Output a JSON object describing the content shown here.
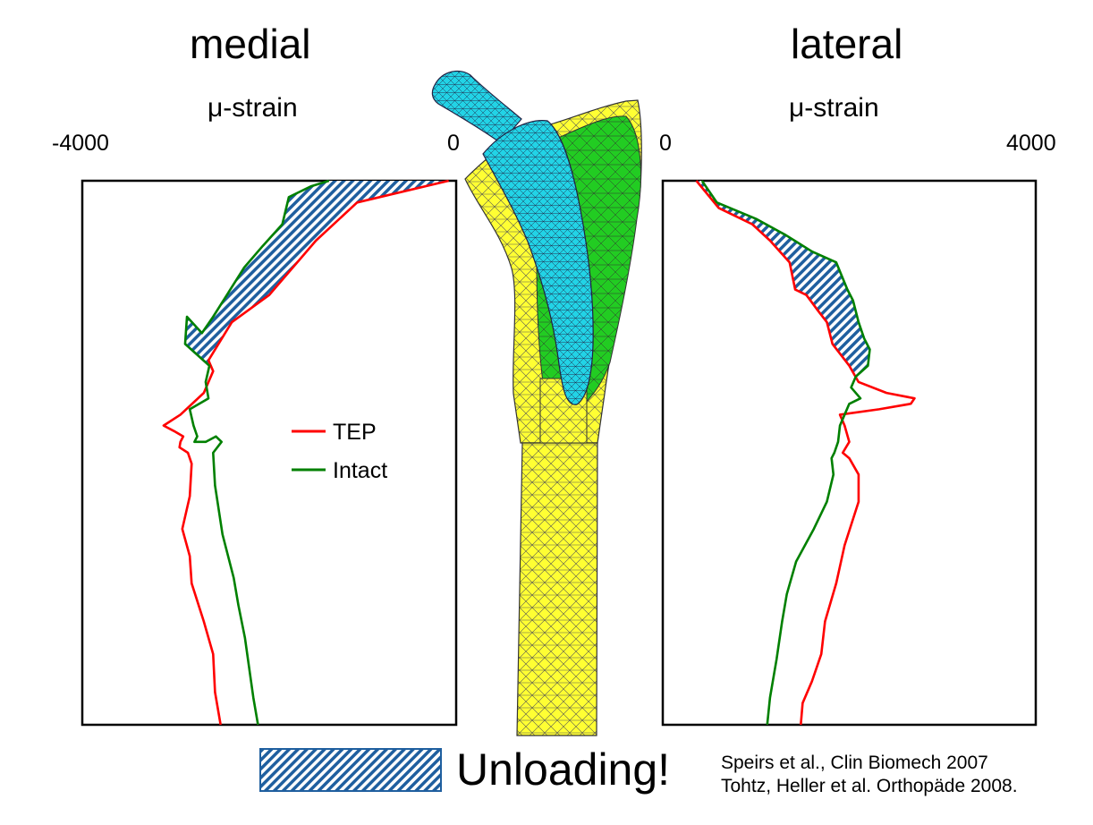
{
  "references": [
    "Speirs et al., Clin Biomech 2007",
    "Tohtz, Heller et al. Orthopäde 2008."
  ],
  "unloading_label": "Unloading!",
  "colors": {
    "tep": "#ff0000",
    "intact": "#008000",
    "hatch": "#1f5f9f",
    "implant": "#22d3e6",
    "bone_outer": "#ffff33",
    "bone_inner": "#22cc22"
  },
  "figure": {
    "illustration": "femur finite-element mesh with hip stem implant",
    "icon": "femur-mesh-icon"
  },
  "chart_data": [
    {
      "type": "line",
      "title": "medial",
      "ylabel": "μ-strain",
      "xlim": [
        -4000,
        0
      ],
      "ticks": [
        "-4000",
        "0"
      ],
      "position_unit": "relative distance along femur (0 = proximal top, 1 = distal bottom)",
      "legend": [
        "TEP",
        "Intact"
      ],
      "series": [
        {
          "name": "TEP",
          "points": [
            [
              -80,
              0.0
            ],
            [
              -1060,
              0.04
            ],
            [
              -1500,
              0.11
            ],
            [
              -2000,
              0.21
            ],
            [
              -2400,
              0.26
            ],
            [
              -2650,
              0.33
            ],
            [
              -2600,
              0.35
            ],
            [
              -2700,
              0.39
            ],
            [
              -2950,
              0.43
            ],
            [
              -3130,
              0.45
            ],
            [
              -3020,
              0.46
            ],
            [
              -2920,
              0.47
            ],
            [
              -2950,
              0.48
            ],
            [
              -2960,
              0.49
            ],
            [
              -2870,
              0.5
            ],
            [
              -2830,
              0.52
            ],
            [
              -2850,
              0.58
            ],
            [
              -2930,
              0.64
            ],
            [
              -2850,
              0.69
            ],
            [
              -2830,
              0.74
            ],
            [
              -2700,
              0.81
            ],
            [
              -2600,
              0.87
            ],
            [
              -2580,
              0.94
            ],
            [
              -2520,
              1.0
            ]
          ]
        },
        {
          "name": "Intact",
          "points": [
            [
              -1360,
              0.0
            ],
            [
              -1550,
              0.01
            ],
            [
              -1790,
              0.03
            ],
            [
              -1860,
              0.08
            ],
            [
              -2070,
              0.12
            ],
            [
              -2270,
              0.16
            ],
            [
              -2600,
              0.25
            ],
            [
              -2720,
              0.28
            ],
            [
              -2880,
              0.25
            ],
            [
              -2900,
              0.3
            ],
            [
              -2640,
              0.34
            ],
            [
              -2680,
              0.37
            ],
            [
              -2650,
              0.4
            ],
            [
              -2850,
              0.42
            ],
            [
              -2810,
              0.45
            ],
            [
              -2770,
              0.47
            ],
            [
              -2800,
              0.48
            ],
            [
              -2680,
              0.48
            ],
            [
              -2570,
              0.47
            ],
            [
              -2510,
              0.48
            ],
            [
              -2600,
              0.5
            ],
            [
              -2580,
              0.56
            ],
            [
              -2500,
              0.65
            ],
            [
              -2380,
              0.73
            ],
            [
              -2330,
              0.78
            ],
            [
              -2260,
              0.84
            ],
            [
              -2170,
              0.95
            ],
            [
              -2120,
              1.0
            ]
          ]
        }
      ]
    },
    {
      "type": "line",
      "title": "lateral",
      "ylabel": "μ-strain",
      "xlim": [
        0,
        4000
      ],
      "ticks": [
        "0",
        "4000"
      ],
      "position_unit": "relative distance along femur (0 = proximal top, 1 = distal bottom)",
      "series": [
        {
          "name": "TEP",
          "points": [
            [
              360,
              0.0
            ],
            [
              600,
              0.05
            ],
            [
              960,
              0.08
            ],
            [
              1150,
              0.11
            ],
            [
              1360,
              0.15
            ],
            [
              1420,
              0.2
            ],
            [
              1540,
              0.21
            ],
            [
              1670,
              0.24
            ],
            [
              1760,
              0.26
            ],
            [
              1820,
              0.3
            ],
            [
              2000,
              0.34
            ],
            [
              2100,
              0.37
            ],
            [
              2400,
              0.39
            ],
            [
              2700,
              0.4
            ],
            [
              2660,
              0.41
            ],
            [
              2320,
              0.42
            ],
            [
              1900,
              0.43
            ],
            [
              1950,
              0.45
            ],
            [
              2000,
              0.48
            ],
            [
              1930,
              0.5
            ],
            [
              2000,
              0.51
            ],
            [
              2100,
              0.54
            ],
            [
              2100,
              0.59
            ],
            [
              1950,
              0.67
            ],
            [
              1860,
              0.74
            ],
            [
              1740,
              0.81
            ],
            [
              1700,
              0.87
            ],
            [
              1600,
              0.92
            ],
            [
              1500,
              0.96
            ],
            [
              1480,
              1.0
            ]
          ]
        },
        {
          "name": "Intact",
          "points": [
            [
              420,
              0.0
            ],
            [
              580,
              0.04
            ],
            [
              1000,
              0.07
            ],
            [
              1320,
              0.1
            ],
            [
              1600,
              0.13
            ],
            [
              1860,
              0.15
            ],
            [
              1980,
              0.2
            ],
            [
              2040,
              0.22
            ],
            [
              2100,
              0.26
            ],
            [
              2160,
              0.29
            ],
            [
              2220,
              0.31
            ],
            [
              2200,
              0.34
            ],
            [
              2070,
              0.36
            ],
            [
              2020,
              0.38
            ],
            [
              2120,
              0.4
            ],
            [
              2000,
              0.41
            ],
            [
              1950,
              0.43
            ],
            [
              1900,
              0.45
            ],
            [
              1880,
              0.48
            ],
            [
              1840,
              0.5
            ],
            [
              1810,
              0.51
            ],
            [
              1830,
              0.54
            ],
            [
              1760,
              0.59
            ],
            [
              1620,
              0.64
            ],
            [
              1430,
              0.7
            ],
            [
              1330,
              0.76
            ],
            [
              1280,
              0.81
            ],
            [
              1220,
              0.88
            ],
            [
              1150,
              0.95
            ],
            [
              1120,
              1.0
            ]
          ]
        }
      ]
    }
  ]
}
